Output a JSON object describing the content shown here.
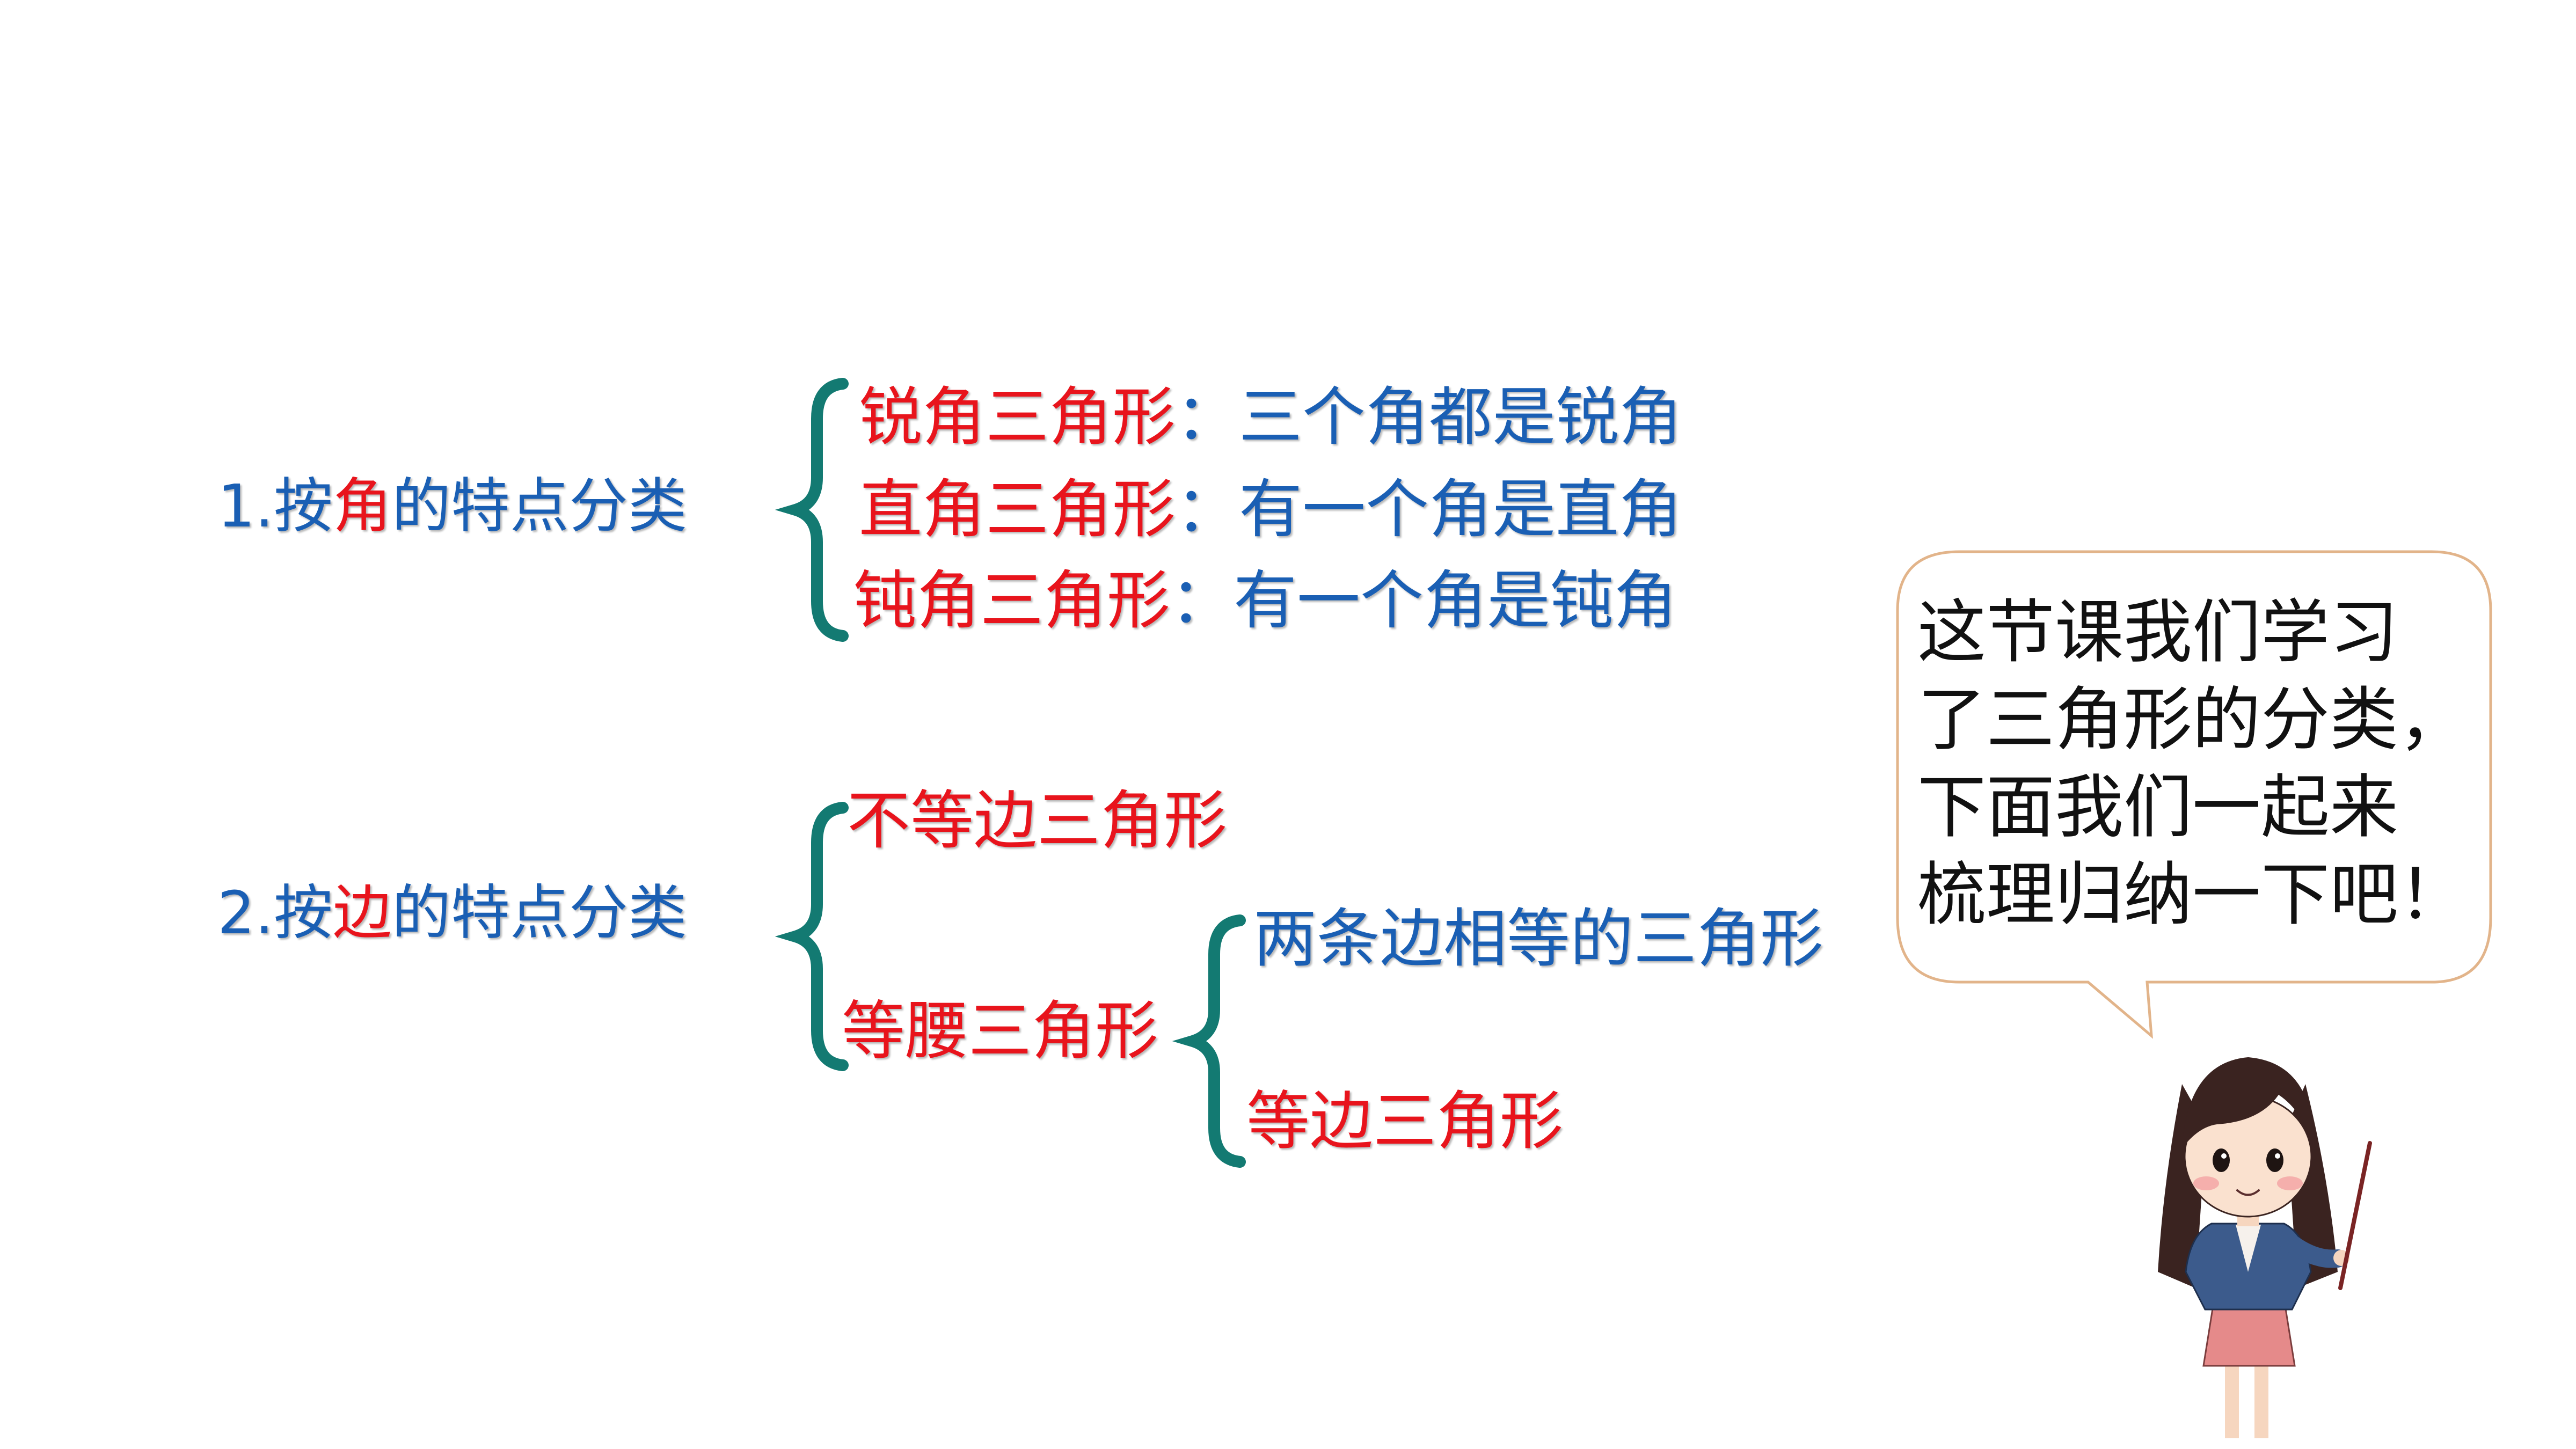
{
  "section_angle": {
    "heading": {
      "number": "1.",
      "pre": "按",
      "key": "角",
      "post": "的特点分类"
    },
    "items": [
      {
        "term": "锐角三角形",
        "colon": "：",
        "desc": "三个角都是锐角"
      },
      {
        "term": "直角三角形",
        "colon": "：",
        "desc": "有一个角是直角"
      },
      {
        "term": "钝角三角形",
        "colon": "：",
        "desc": "有一个角是钝角"
      }
    ]
  },
  "section_side": {
    "heading": {
      "number": "2.",
      "pre": "按",
      "key": "边",
      "post": "的特点分类"
    },
    "scalene": "不等边三角形",
    "isosceles": "等腰三角形",
    "isosceles_items": [
      "两条边相等的三角形",
      "等边三角形"
    ]
  },
  "speech_bubble": {
    "lines": [
      "这节课我们学习",
      "了三角形的分类，",
      "下面我们一起来",
      "梳理归纳一下吧！"
    ]
  },
  "colors": {
    "red": "#e8141c",
    "blue": "#1a5fb4",
    "brace": "#137a72",
    "bubble_border": "#e2b48a"
  },
  "icons": {
    "teacher": "teacher-illustration"
  }
}
